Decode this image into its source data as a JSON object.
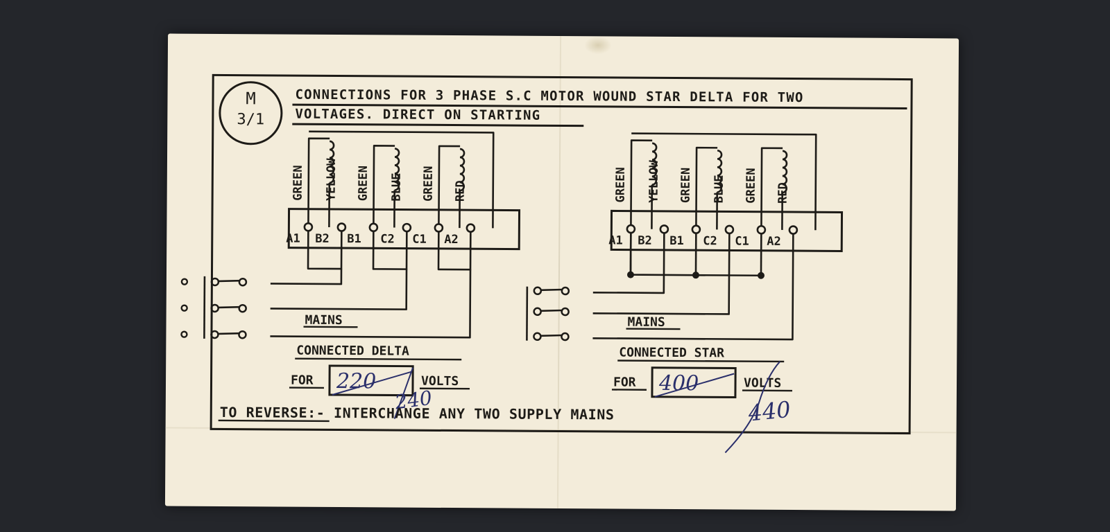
{
  "document": {
    "badge": {
      "top": "M",
      "bottom": "3/1"
    },
    "title": {
      "line1": "CONNECTIONS FOR 3 PHASE S.C MOTOR WOUND STAR DELTA FOR TWO",
      "line2": "VOLTAGES. DIRECT ON STARTING"
    },
    "delta_panel": {
      "winding_labels": [
        "GREEN",
        "YELLOW",
        "GREEN",
        "BLUE",
        "GREEN",
        "RED"
      ],
      "terminals": [
        "A1",
        "B2",
        "B1",
        "C2",
        "C1",
        "A2"
      ],
      "mains_label": "MAINS",
      "connection_label": "CONNECTED DELTA",
      "for_label": "FOR",
      "volts_label": "VOLTS",
      "handwritten_voltage": "220",
      "handwritten_correction": "240"
    },
    "star_panel": {
      "winding_labels": [
        "GREEN",
        "YELLOW",
        "GREEN",
        "BLUE",
        "GREEN",
        "RED"
      ],
      "terminals": [
        "A1",
        "B2",
        "B1",
        "C2",
        "C1",
        "A2"
      ],
      "mains_label": "MAINS",
      "connection_label": "CONNECTED STAR",
      "for_label": "FOR",
      "volts_label": "VOLTS",
      "handwritten_voltage": "400",
      "handwritten_correction": "440"
    },
    "footer": "TO REVERSE:- INTERCHANGE ANY TWO SUPPLY MAINS"
  },
  "colors": {
    "paper": "#f3ecda",
    "ink": "#1d1b17",
    "pen": "#2a2f6b",
    "background": "#24262b"
  }
}
